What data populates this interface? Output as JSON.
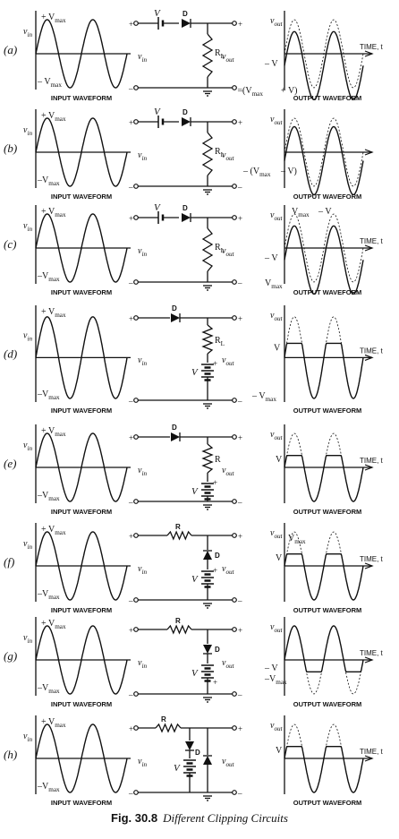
{
  "rows": [
    {
      "id": "a",
      "label": "(a)",
      "in_top": "+ V",
      "in_top_sub": "max",
      "in_bottom": "– V",
      "in_bottom_sub": "max",
      "in_caption": "INPUT WAVEFORM",
      "source": "V",
      "diode": "D",
      "load": "R",
      "load_sub": "L",
      "vin": "v",
      "vin_sub": "in",
      "vout": "v",
      "vout_sub": "out",
      "out_labels": [
        "– V",
        "–(V",
        "max",
        "+ V)"
      ],
      "out_time": "TIME, t",
      "out_caption": "OUTPUT WAVEFORM",
      "out_vlabel": "v",
      "out_vlabel_sub": "out"
    },
    {
      "id": "b",
      "label": "(b)",
      "in_top": "+ V",
      "in_top_sub": "max",
      "in_bottom": "–V",
      "in_bottom_sub": "max",
      "in_caption": "INPUT WAVEFORM",
      "source": "V",
      "diode": "D",
      "load": "R",
      "load_sub": "L",
      "vin": "v",
      "vin_sub": "in",
      "vout": "v",
      "vout_sub": "out",
      "out_labels": [
        "– (V",
        "max",
        "– V)"
      ],
      "out_time": "",
      "out_caption": "OUTPUT WAVEFORM",
      "out_vlabel": "v",
      "out_vlabel_sub": "out"
    },
    {
      "id": "c",
      "label": "(c)",
      "in_top": "+ V",
      "in_top_sub": "max",
      "in_bottom": "–V",
      "in_bottom_sub": "max",
      "in_caption": "INPUT WAVEFORM",
      "source": "V",
      "diode": "D",
      "load": "R",
      "load_sub": "L",
      "vin": "v",
      "vin_sub": "in",
      "vout": "v",
      "vout_sub": "out",
      "out_labels": [
        "V",
        "max",
        "– V",
        "– V",
        "V",
        "max"
      ],
      "out_time": "TIME, t",
      "out_caption": "OUTPUT WAVEFORM",
      "out_vlabel": "v",
      "out_vlabel_sub": "out"
    },
    {
      "id": "d",
      "label": "(d)",
      "in_top": "+ V",
      "in_top_sub": "max",
      "in_bottom": "–V",
      "in_bottom_sub": "max",
      "in_caption": "INPUT WAVEFORM",
      "source": "V",
      "diode": "D",
      "load": "R",
      "load_sub": "L",
      "vin": "v",
      "vin_sub": "in",
      "vout": "v",
      "vout_sub": "out",
      "out_labels": [
        "V",
        "– V",
        "max"
      ],
      "out_time": "TIME, t",
      "out_caption": "OUTPUT WAVEFORM",
      "out_vlabel": "v",
      "out_vlabel_sub": "out"
    },
    {
      "id": "e",
      "label": "(e)",
      "in_top": "+ V",
      "in_top_sub": "max",
      "in_bottom": "–V",
      "in_bottom_sub": "max",
      "in_caption": "INPUT WAVEFORM",
      "source": "V",
      "diode": "D",
      "load": "R",
      "load_sub": "",
      "vin": "v",
      "vin_sub": "in",
      "vout": "v",
      "vout_sub": "out",
      "out_labels": [
        "V"
      ],
      "out_time": "TIME, t",
      "out_caption": "OUTPUT WAVEFORM",
      "out_vlabel": "v",
      "out_vlabel_sub": "out"
    },
    {
      "id": "f",
      "label": "(f)",
      "in_top": "+ V",
      "in_top_sub": "max",
      "in_bottom": "–V",
      "in_bottom_sub": "max",
      "in_caption": "INPUT WAVEFORM",
      "source": "V",
      "diode": "D",
      "load": "R",
      "load_sub": "",
      "vin": "v",
      "vin_sub": "in",
      "vout": "v",
      "vout_sub": "out",
      "out_labels": [
        "V",
        "max",
        "V"
      ],
      "out_time": "TIME, t",
      "out_caption": "OUTPUT WAVEFORM",
      "out_vlabel": "v",
      "out_vlabel_sub": "out"
    },
    {
      "id": "g",
      "label": "(g)",
      "in_top": "+ V",
      "in_top_sub": "max",
      "in_bottom": "–V",
      "in_bottom_sub": "max",
      "in_caption": "INPUT WAVEFORM",
      "source": "V",
      "diode": "D",
      "load": "R",
      "load_sub": "",
      "vin": "v",
      "vin_sub": "in",
      "vout": "v",
      "vout_sub": "out",
      "out_labels": [
        "– V",
        "–V",
        "max"
      ],
      "out_time": "TIME, t",
      "out_caption": "OUTPUT WAVEFORM",
      "out_vlabel": "v",
      "out_vlabel_sub": "out"
    },
    {
      "id": "h",
      "label": "(h)",
      "in_top": "+ V",
      "in_top_sub": "max",
      "in_bottom": "–V",
      "in_bottom_sub": "max",
      "in_caption": "INPUT WAVEFORM",
      "source": "V",
      "diode": "D",
      "load": "R",
      "load_sub": "",
      "vin": "v",
      "vin_sub": "in",
      "vout": "v",
      "vout_sub": "out",
      "out_labels": [
        "V"
      ],
      "out_time": "TIME, t",
      "out_caption": "OUTPUT WAVEFORM",
      "out_vlabel": "v",
      "out_vlabel_sub": "out"
    }
  ],
  "caption": {
    "number": "Fig. 30.8",
    "title": "Different Clipping Circuits"
  }
}
